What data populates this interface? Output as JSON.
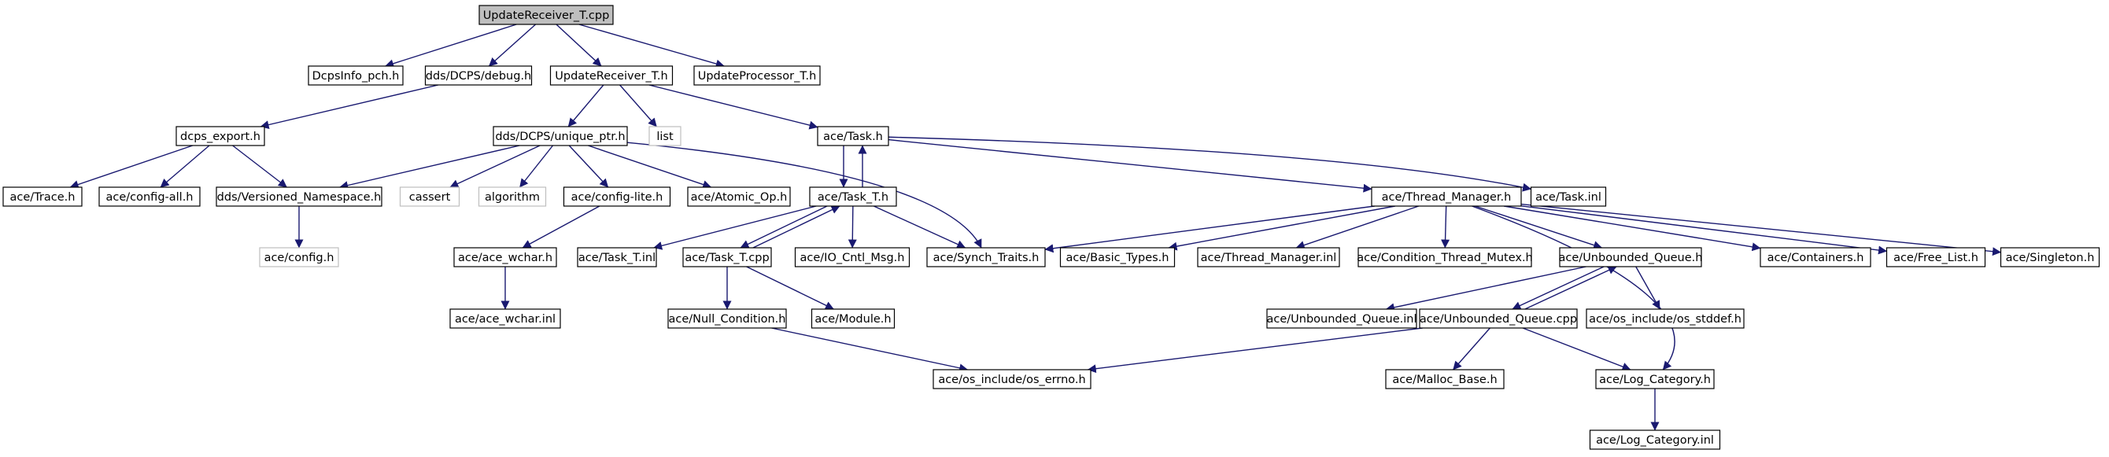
{
  "colors": {
    "edge": "#191970",
    "node_border": "#000000",
    "external_node_border": "#bfbfbf",
    "root_fill": "#bfbfbf",
    "node_fill": "#ffffff",
    "background": "#ffffff"
  },
  "graph": {
    "root": "UpdateReceiver_T.cpp",
    "nodes": [
      {
        "id": "n0",
        "label": "UpdateReceiver_T.cpp",
        "kind": "root"
      },
      {
        "id": "n1",
        "label": "DcpsInfo_pch.h",
        "kind": "file"
      },
      {
        "id": "n2",
        "label": "dds/DCPS/debug.h",
        "kind": "file"
      },
      {
        "id": "n3",
        "label": "UpdateReceiver_T.h",
        "kind": "file"
      },
      {
        "id": "n4",
        "label": "UpdateProcessor_T.h",
        "kind": "file"
      },
      {
        "id": "n5",
        "label": "dcps_export.h",
        "kind": "file"
      },
      {
        "id": "n6",
        "label": "dds/DCPS/unique_ptr.h",
        "kind": "file"
      },
      {
        "id": "n7",
        "label": "list",
        "kind": "external"
      },
      {
        "id": "n8",
        "label": "ace/Task.h",
        "kind": "file"
      },
      {
        "id": "n9",
        "label": "ace/Trace.h",
        "kind": "file"
      },
      {
        "id": "n10",
        "label": "ace/config-all.h",
        "kind": "file"
      },
      {
        "id": "n11",
        "label": "dds/Versioned_Namespace.h",
        "kind": "file"
      },
      {
        "id": "n12",
        "label": "cassert",
        "kind": "external"
      },
      {
        "id": "n13",
        "label": "algorithm",
        "kind": "external"
      },
      {
        "id": "n14",
        "label": "ace/config-lite.h",
        "kind": "file"
      },
      {
        "id": "n15",
        "label": "ace/Atomic_Op.h",
        "kind": "file"
      },
      {
        "id": "n16",
        "label": "ace/Task_T.h",
        "kind": "file"
      },
      {
        "id": "n17",
        "label": "ace/Thread_Manager.h",
        "kind": "file"
      },
      {
        "id": "n18",
        "label": "ace/Task.inl",
        "kind": "file"
      },
      {
        "id": "n19",
        "label": "ace/config.h",
        "kind": "external"
      },
      {
        "id": "n20",
        "label": "ace/ace_wchar.h",
        "kind": "file"
      },
      {
        "id": "n21",
        "label": "ace/Task_T.inl",
        "kind": "file"
      },
      {
        "id": "n22",
        "label": "ace/Task_T.cpp",
        "kind": "file"
      },
      {
        "id": "n23",
        "label": "ace/IO_Cntl_Msg.h",
        "kind": "file"
      },
      {
        "id": "n24",
        "label": "ace/Synch_Traits.h",
        "kind": "file"
      },
      {
        "id": "n25",
        "label": "ace/Basic_Types.h",
        "kind": "file"
      },
      {
        "id": "n26",
        "label": "ace/Thread_Manager.inl",
        "kind": "file"
      },
      {
        "id": "n27",
        "label": "ace/Condition_Thread_Mutex.h",
        "kind": "file"
      },
      {
        "id": "n28",
        "label": "ace/Unbounded_Queue.h",
        "kind": "file"
      },
      {
        "id": "n29",
        "label": "ace/Containers.h",
        "kind": "file"
      },
      {
        "id": "n30",
        "label": "ace/Free_List.h",
        "kind": "file"
      },
      {
        "id": "n31",
        "label": "ace/Singleton.h",
        "kind": "file"
      },
      {
        "id": "n32",
        "label": "ace/ace_wchar.inl",
        "kind": "file"
      },
      {
        "id": "n33",
        "label": "ace/Null_Condition.h",
        "kind": "file"
      },
      {
        "id": "n34",
        "label": "ace/Module.h",
        "kind": "file"
      },
      {
        "id": "n35",
        "label": "ace/Unbounded_Queue.inl",
        "kind": "file"
      },
      {
        "id": "n36",
        "label": "ace/Unbounded_Queue.cpp",
        "kind": "file"
      },
      {
        "id": "n37",
        "label": "ace/os_include/os_stddef.h",
        "kind": "file"
      },
      {
        "id": "n38",
        "label": "ace/os_include/os_errno.h",
        "kind": "file"
      },
      {
        "id": "n39",
        "label": "ace/Malloc_Base.h",
        "kind": "file"
      },
      {
        "id": "n40",
        "label": "ace/Log_Category.h",
        "kind": "file"
      },
      {
        "id": "n41",
        "label": "ace/Log_Category.inl",
        "kind": "file"
      }
    ],
    "edges": [
      [
        "n0",
        "n1"
      ],
      [
        "n0",
        "n2"
      ],
      [
        "n0",
        "n3"
      ],
      [
        "n0",
        "n4"
      ],
      [
        "n2",
        "n5"
      ],
      [
        "n3",
        "n6"
      ],
      [
        "n3",
        "n7"
      ],
      [
        "n3",
        "n8"
      ],
      [
        "n5",
        "n9"
      ],
      [
        "n5",
        "n10"
      ],
      [
        "n5",
        "n11"
      ],
      [
        "n6",
        "n11"
      ],
      [
        "n6",
        "n12"
      ],
      [
        "n6",
        "n13"
      ],
      [
        "n6",
        "n14"
      ],
      [
        "n6",
        "n15"
      ],
      [
        "n6",
        "n24"
      ],
      [
        "n8",
        "n16"
      ],
      [
        "n8",
        "n17"
      ],
      [
        "n8",
        "n18"
      ],
      [
        "n11",
        "n19"
      ],
      [
        "n14",
        "n20"
      ],
      [
        "n16",
        "n8"
      ],
      [
        "n16",
        "n21"
      ],
      [
        "n16",
        "n22"
      ],
      [
        "n16",
        "n23"
      ],
      [
        "n16",
        "n24"
      ],
      [
        "n22",
        "n16"
      ],
      [
        "n22",
        "n33"
      ],
      [
        "n22",
        "n34"
      ],
      [
        "n17",
        "n24"
      ],
      [
        "n17",
        "n25"
      ],
      [
        "n17",
        "n26"
      ],
      [
        "n17",
        "n27"
      ],
      [
        "n17",
        "n28"
      ],
      [
        "n17",
        "n29"
      ],
      [
        "n17",
        "n30"
      ],
      [
        "n17",
        "n31"
      ],
      [
        "n17",
        "n40"
      ],
      [
        "n20",
        "n32"
      ],
      [
        "n33",
        "n38"
      ],
      [
        "n28",
        "n35"
      ],
      [
        "n28",
        "n36"
      ],
      [
        "n28",
        "n37"
      ],
      [
        "n36",
        "n28"
      ],
      [
        "n36",
        "n38"
      ],
      [
        "n36",
        "n39"
      ],
      [
        "n36",
        "n40"
      ],
      [
        "n40",
        "n41"
      ]
    ]
  }
}
